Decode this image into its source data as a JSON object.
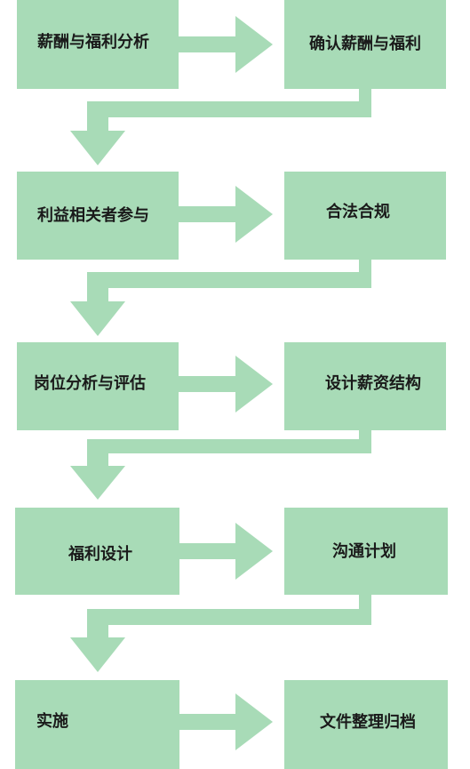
{
  "colors": {
    "box_fill": "#a8dbb7",
    "arrow_fill": "#a8dbb7",
    "text": "#1a1a1a",
    "background": "#ffffff"
  },
  "steps": [
    {
      "left": "薪酬与福利分析",
      "right": "确认薪酬与福利"
    },
    {
      "left": "利益相关者参与",
      "right": "合法合规"
    },
    {
      "left": "岗位分析与评估",
      "right": "设计薪资结构"
    },
    {
      "left": "福利设计",
      "right": "沟通计划"
    },
    {
      "left": "实施",
      "right": "文件整理归档"
    }
  ]
}
